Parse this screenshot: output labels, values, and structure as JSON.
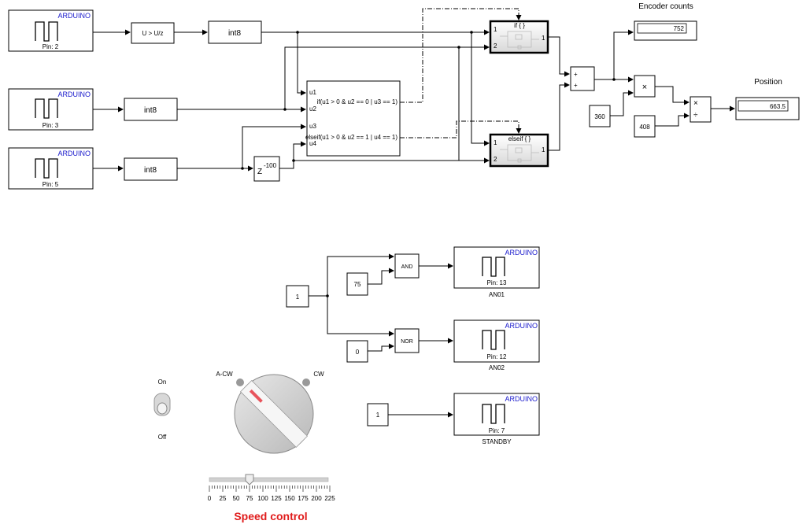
{
  "arduino_brand": "ARDUINO",
  "inputs": {
    "in1_pin": "Pin: 2",
    "in2_pin": "Pin: 3",
    "in3_pin": "Pin: 5"
  },
  "blocks": {
    "unit_delay": "U > U/z",
    "cast1": "int8",
    "cast2": "int8",
    "cast3": "int8",
    "delay_base": "Z",
    "delay_exp": "-100",
    "if_block": {
      "u1": "u1",
      "u2": "u2",
      "u3": "u3",
      "u4": "u4",
      "cond1": "if(u1 > 0 & u2 == 0 | u3 == 1)",
      "cond2": "elseif(u1 > 0 & u2 == 1 | u4 == 1)"
    },
    "if_sub": {
      "title": "if { }",
      "in1": "1",
      "in2": "2",
      "out": "1"
    },
    "elseif_sub": {
      "title": "elseif { }",
      "in1": "1",
      "in2": "2",
      "out": "1"
    },
    "merge_plus1": "+",
    "merge_plus2": "+",
    "product1": "×",
    "product2_mul": "×",
    "product2_div": "÷",
    "const360": "360",
    "const408": "408"
  },
  "displays": {
    "encoder_label": "Encoder counts",
    "encoder_value": "752",
    "position_label": "Position",
    "position_value": "663.5"
  },
  "lower": {
    "const1": "1",
    "const75": "75",
    "const0": "0",
    "const1b": "1",
    "and_label": "AND",
    "nor_label": "NOR",
    "out1_pin": "Pin: 13",
    "out1_name": "AN01",
    "out2_pin": "Pin: 12",
    "out2_name": "AN02",
    "out3_pin": "Pin: 7",
    "out3_name": "STANDBY"
  },
  "controls": {
    "switch_on": "On",
    "switch_off": "Off",
    "knob_left": "A-CW",
    "knob_right": "CW",
    "slider_ticks": [
      "0",
      "25",
      "50",
      "75",
      "100",
      "125",
      "150",
      "175",
      "200",
      "225"
    ],
    "slider_min": 0,
    "slider_max": 225,
    "slider_value": 75,
    "speed_label": "Speed control"
  },
  "colors": {
    "arduino_blue": "#1a1acc",
    "speed_red": "#e01b1b",
    "knob_red": "#e8545c"
  }
}
